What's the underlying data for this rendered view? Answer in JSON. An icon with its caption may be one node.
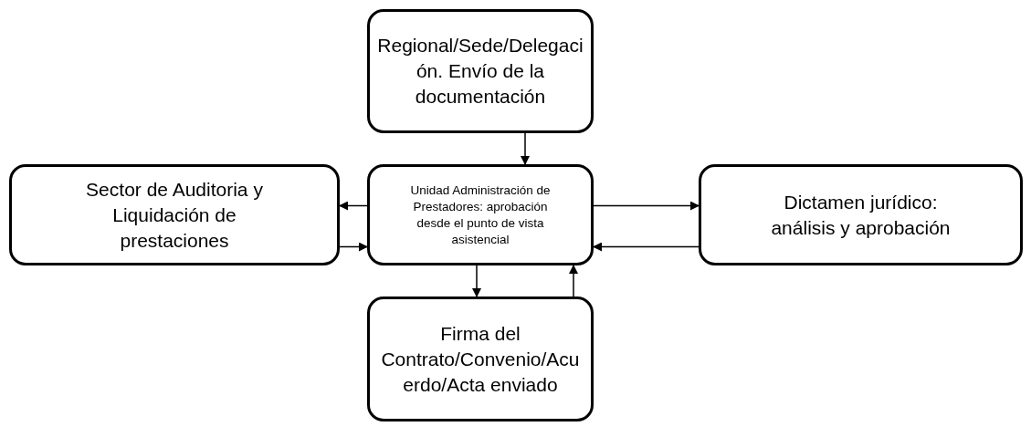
{
  "diagram": {
    "nodes": [
      {
        "text": [
          "Regional/Sede/Delegación. Envío de la documentación"
        ]
      },
      {
        "text": [
          "Unidad Administración de Prestadores: aprobación desde el punto de vista asistencial"
        ]
      },
      {
        "text": [
          "Sector de Auditoria y Liquidación de prestaciones"
        ]
      },
      {
        "text": [
          "Dictamen jurídico: análisis y aprobación"
        ]
      },
      {
        "text": [
          "Firma del Contrato/Convenio/Acuerdo/Acta enviado"
        ]
      }
    ],
    "edges": [
      {
        "from": 0,
        "to": 1,
        "arrow": "to"
      },
      {
        "from": 1,
        "to": 2,
        "arrow": "to"
      },
      {
        "from": 2,
        "to": 1,
        "arrow": "to"
      },
      {
        "from": 1,
        "to": 3,
        "arrow": "to"
      },
      {
        "from": 3,
        "to": 1,
        "arrow": "to"
      },
      {
        "from": 1,
        "to": 4,
        "arrow": "to"
      },
      {
        "from": 4,
        "to": 1,
        "arrow": "to"
      }
    ]
  }
}
